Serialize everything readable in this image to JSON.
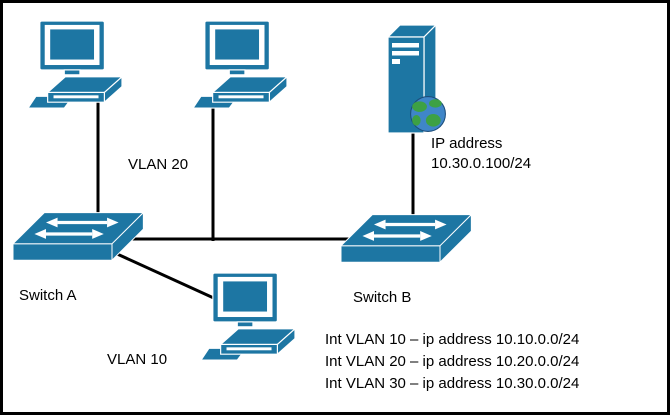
{
  "diagram": {
    "labels": {
      "vlan20": "VLAN 20",
      "vlan10": "VLAN 10",
      "switch_a": "Switch A",
      "switch_b": "Switch B",
      "server_ip_line1": "IP address",
      "server_ip_line2": "10.30.0.100/24"
    },
    "notes": [
      "Int VLAN 10 – ip address 10.10.0.0/24",
      "Int VLAN 20 – ip address 10.20.0.0/24",
      "Int VLAN 30 – ip address 10.30.0.0/24"
    ],
    "icons": {
      "pc": "desktop-pc-icon",
      "server": "server-icon",
      "switch": "switch-icon",
      "globe": "globe-icon"
    },
    "colors": {
      "device_color": "#1d76a3",
      "line_color": "#000000",
      "canvas_background": "#ffffff",
      "globe_ocean": "#3f86c8",
      "globe_land": "#3da144"
    }
  }
}
